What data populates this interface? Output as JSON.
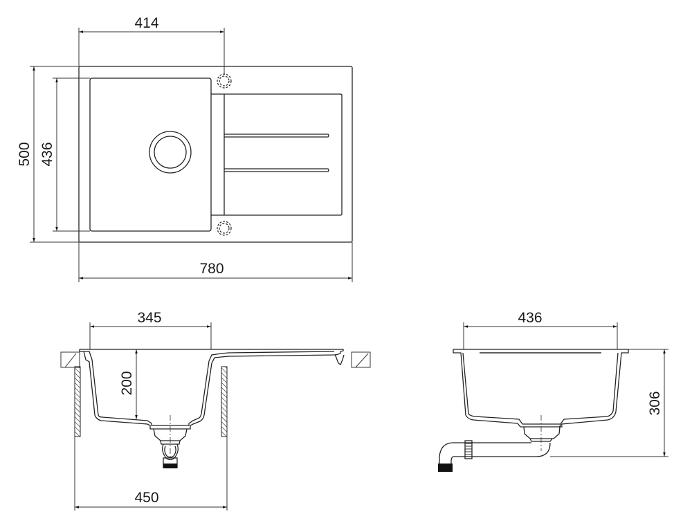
{
  "drawing": {
    "title": "Kitchen sink dimension drawing",
    "line_color": "#222222",
    "background": "#ffffff",
    "units": "mm"
  },
  "top_view": {
    "dimensions": {
      "faucet_offset": "414",
      "overall_depth": "500",
      "bowl_depth": "436",
      "overall_width": "780"
    },
    "features": [
      "bowl",
      "drain-hole",
      "drainboard",
      "drainboard-grooves",
      "tap-hole-top",
      "tap-hole-bottom"
    ]
  },
  "front_section_view": {
    "dimensions": {
      "bowl_width": "345",
      "bowl_depth": "200",
      "cabinet_width": "450"
    },
    "features": [
      "countertop-left",
      "countertop-right",
      "cabinet-wall-left",
      "cabinet-wall-right",
      "drain-strainer",
      "siphon-trap"
    ]
  },
  "side_section_view": {
    "dimensions": {
      "bowl_length": "436",
      "overall_height": "306"
    },
    "features": [
      "bowl-section",
      "drain-strainer",
      "outlet-pipe",
      "pipe-nut",
      "elbow"
    ]
  }
}
